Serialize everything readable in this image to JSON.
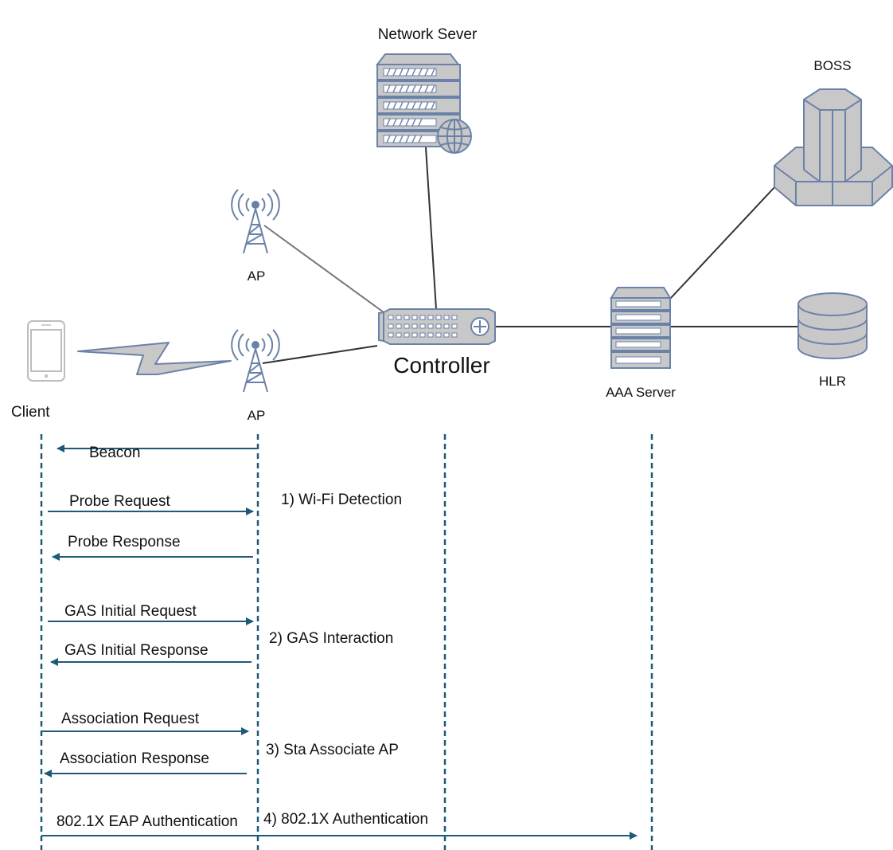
{
  "nodes": {
    "network_server": "Network Sever",
    "boss": "BOSS",
    "ap_top": "AP",
    "ap_bottom": "AP",
    "controller": "Controller",
    "aaa_server": "AAA Server",
    "hlr": "HLR",
    "client": "Client"
  },
  "messages": [
    {
      "label": "Beacon",
      "direction": "left"
    },
    {
      "label": "Probe Request",
      "direction": "right"
    },
    {
      "label": "Probe Response",
      "direction": "left"
    },
    {
      "label": "GAS Initial Request",
      "direction": "right"
    },
    {
      "label": "GAS Initial Response",
      "direction": "left"
    },
    {
      "label": "Association Request",
      "direction": "right"
    },
    {
      "label": "Association Response",
      "direction": "left"
    },
    {
      "label": "802.1X EAP Authentication",
      "direction": "right"
    }
  ],
  "steps": [
    "1) Wi-Fi Detection",
    "2) GAS Interaction",
    "3) Sta Associate AP",
    "4) 802.1X Authentication"
  ],
  "colors": {
    "icon_fill": "#c8c8c8",
    "icon_stroke": "#6b82a8",
    "arrow": "#1e5a78",
    "link": "#333333"
  }
}
